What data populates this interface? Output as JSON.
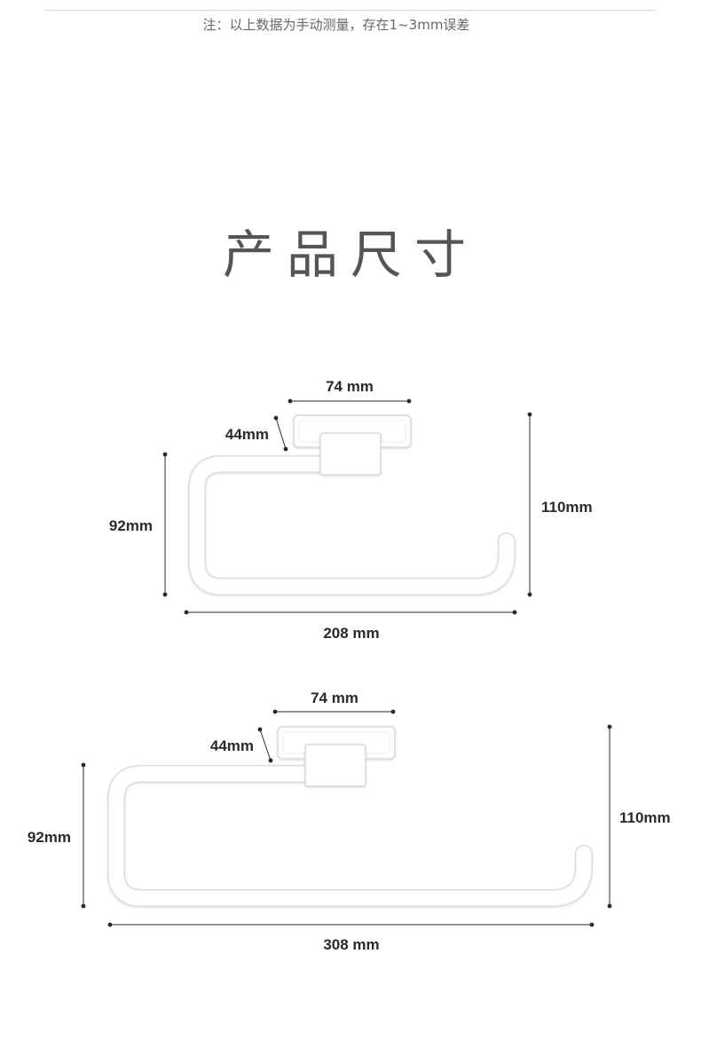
{
  "header": {
    "note": "注：以上数据为手动测量，存在1~3mm误差"
  },
  "title": "产品尺寸",
  "products": [
    {
      "base_width": "74 mm",
      "base_depth": "44mm",
      "hook_height": "92mm",
      "total_height": "110mm",
      "total_length": "208 mm"
    },
    {
      "base_width": "74 mm",
      "base_depth": "44mm",
      "hook_height": "92mm",
      "total_height": "110mm",
      "total_length": "308 mm"
    }
  ],
  "colors": {
    "product_fill": "#ffffff",
    "product_outline": "#dedede",
    "dimension_line": "#2a2a2a"
  }
}
